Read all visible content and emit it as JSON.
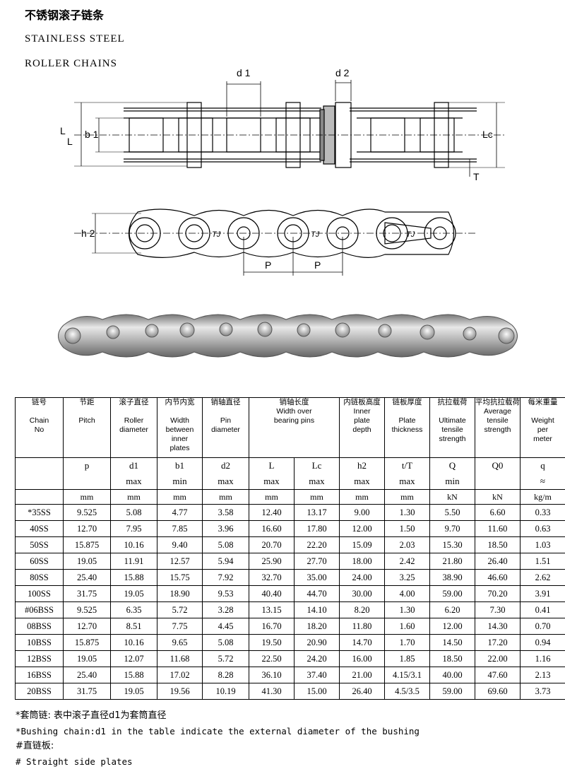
{
  "titles": {
    "cn": "不锈钢滚子链条",
    "en1": "STAINLESS STEEL",
    "en2": "ROLLER CHAINS"
  },
  "drawing_labels": {
    "d1": "d 1",
    "d2": "d 2",
    "L": "L",
    "L2": "L",
    "b1": "b 1",
    "Lc": "Lc",
    "T": "T",
    "h2": "h 2",
    "P1": "P",
    "P2": "P",
    "tj1": "TJ",
    "tj2": "TJ",
    "tj3": "TJ"
  },
  "table": {
    "headers": [
      {
        "cn": "链号",
        "en": [
          "Chain",
          "No"
        ]
      },
      {
        "cn": "节距",
        "en": [
          "Pitch"
        ]
      },
      {
        "cn": "滚子直径",
        "en": [
          "Roller",
          "diameter"
        ]
      },
      {
        "cn": "内节内宽",
        "en": [
          "Width",
          "between",
          "inner",
          "plates"
        ]
      },
      {
        "cn": "销轴直径",
        "en": [
          "Pin",
          "diameter"
        ]
      },
      {
        "cn": "销轴长度",
        "en": [
          "Width over",
          "bearing pins"
        ]
      },
      {
        "cn": "内链板高度",
        "en": [
          "Inner",
          "plate",
          "depth"
        ]
      },
      {
        "cn": "链板厚度",
        "en": [
          "Plate",
          "thickness"
        ]
      },
      {
        "cn": "抗拉载荷",
        "en": [
          "Ultimate",
          "tensile",
          "strength"
        ]
      },
      {
        "cn": "平均抗拉载荷",
        "en": [
          "Average",
          "tensile",
          "strength"
        ]
      },
      {
        "cn": "每米重量",
        "en": [
          "Weight",
          "per",
          "meter"
        ]
      }
    ],
    "symbols": [
      [
        "p",
        ""
      ],
      [
        "d1",
        "max"
      ],
      [
        "b1",
        "min"
      ],
      [
        "d2",
        "max"
      ],
      [
        "L",
        "max"
      ],
      [
        "Lc",
        "max"
      ],
      [
        "h2",
        "max"
      ],
      [
        "t/T",
        "max"
      ],
      [
        "Q",
        "min"
      ],
      [
        "Q0",
        ""
      ],
      [
        "q",
        "≈"
      ]
    ],
    "units": [
      "mm",
      "mm",
      "mm",
      "mm",
      "mm",
      "mm",
      "mm",
      "mm",
      "kN",
      "kN",
      "kg/m"
    ],
    "rows": [
      [
        "*35SS",
        "9.525",
        "5.08",
        "4.77",
        "3.58",
        "12.40",
        "13.17",
        "9.00",
        "1.30",
        "5.50",
        "6.60",
        "0.33"
      ],
      [
        "40SS",
        "12.70",
        "7.95",
        "7.85",
        "3.96",
        "16.60",
        "17.80",
        "12.00",
        "1.50",
        "9.70",
        "11.60",
        "0.63"
      ],
      [
        "50SS",
        "15.875",
        "10.16",
        "9.40",
        "5.08",
        "20.70",
        "22.20",
        "15.09",
        "2.03",
        "15.30",
        "18.50",
        "1.03"
      ],
      [
        "60SS",
        "19.05",
        "11.91",
        "12.57",
        "5.94",
        "25.90",
        "27.70",
        "18.00",
        "2.42",
        "21.80",
        "26.40",
        "1.51"
      ],
      [
        "80SS",
        "25.40",
        "15.88",
        "15.75",
        "7.92",
        "32.70",
        "35.00",
        "24.00",
        "3.25",
        "38.90",
        "46.60",
        "2.62"
      ],
      [
        "100SS",
        "31.75",
        "19.05",
        "18.90",
        "9.53",
        "40.40",
        "44.70",
        "30.00",
        "4.00",
        "59.00",
        "70.20",
        "3.91"
      ],
      [
        "#06BSS",
        "9.525",
        "6.35",
        "5.72",
        "3.28",
        "13.15",
        "14.10",
        "8.20",
        "1.30",
        "6.20",
        "7.30",
        "0.41"
      ],
      [
        "08BSS",
        "12.70",
        "8.51",
        "7.75",
        "4.45",
        "16.70",
        "18.20",
        "11.80",
        "1.60",
        "12.00",
        "14.30",
        "0.70"
      ],
      [
        "10BSS",
        "15.875",
        "10.16",
        "9.65",
        "5.08",
        "19.50",
        "20.90",
        "14.70",
        "1.70",
        "14.50",
        "17.20",
        "0.94"
      ],
      [
        "12BSS",
        "19.05",
        "12.07",
        "11.68",
        "5.72",
        "22.50",
        "24.20",
        "16.00",
        "1.85",
        "18.50",
        "22.00",
        "1.16"
      ],
      [
        "16BSS",
        "25.40",
        "15.88",
        "17.02",
        "8.28",
        "36.10",
        "37.40",
        "21.00",
        "4.15/3.1",
        "40.00",
        "47.60",
        "2.13"
      ],
      [
        "20BSS",
        "31.75",
        "19.05",
        "19.56",
        "10.19",
        "41.30",
        "15.00",
        "26.40",
        "4.5/3.5",
        "59.00",
        "69.60",
        "3.73"
      ]
    ]
  },
  "notes": {
    "n1": "*套筒链: 表中滚子直径d1为套筒直径",
    "n2": "*Bushing chain:d1 in the table indicate the external diameter of the bushing",
    "n3": "#直链板:",
    "n4": "# Straight side plates"
  }
}
